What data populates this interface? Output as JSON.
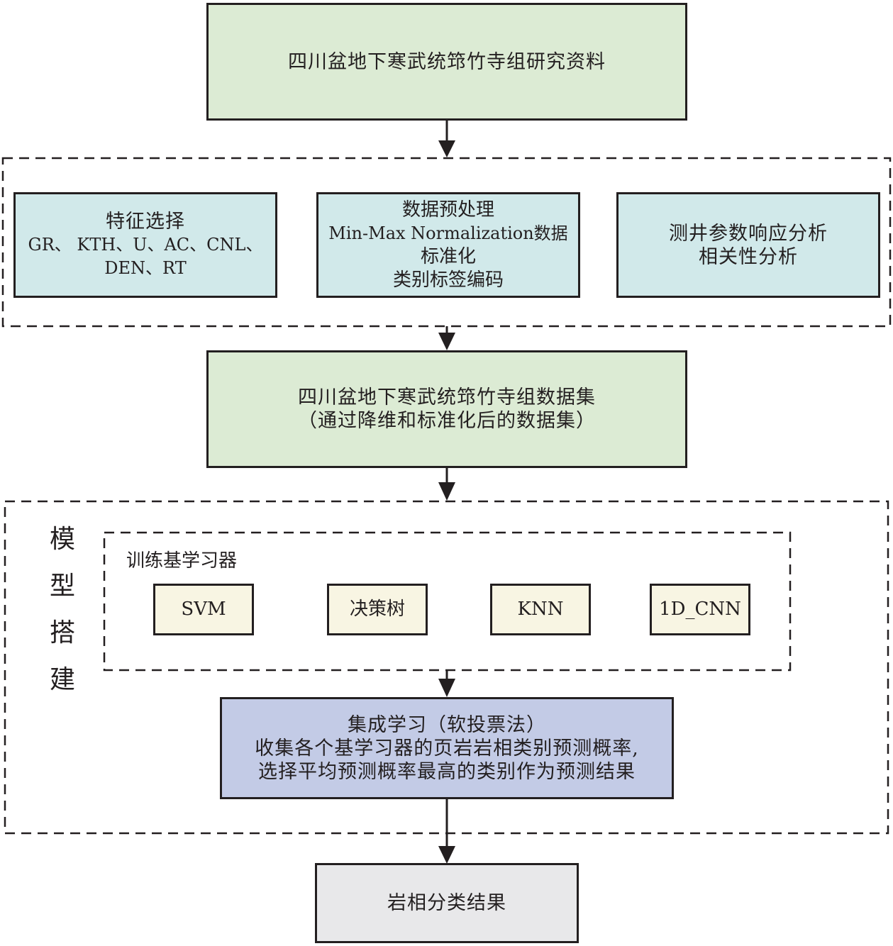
{
  "diagram": {
    "source_box": {
      "lines": [
        "四川盆地下寒武统筇竹寺组研究资料"
      ],
      "fill": "#dcebd4"
    },
    "preprocessing_group": {
      "boxes": [
        {
          "lines": [
            "特征选择",
            "GR、 KTH、U、AC、CNL、",
            "DEN、RT"
          ],
          "fill": "#d1e9ea"
        },
        {
          "lines": [
            "数据预处理",
            "Min-Max Normalization数据",
            "标准化",
            "类别标签编码"
          ],
          "fill": "#d1e9ea"
        },
        {
          "lines": [
            "测井参数响应分析",
            "相关性分析"
          ],
          "fill": "#d1e9ea"
        }
      ]
    },
    "dataset_box": {
      "lines": [
        "四川盆地下寒武统筇竹寺组数据集",
        "（通过降维和标准化后的数据集）"
      ],
      "fill": "#dcebd4"
    },
    "model_group": {
      "vertical_label": [
        "模",
        "型",
        "搭",
        "建"
      ],
      "base_learner_group": {
        "title": "训练基学习器",
        "learners": [
          "SVM",
          "决策树",
          "KNN",
          "1D_CNN"
        ],
        "fill": "#f8f5e3"
      },
      "ensemble_box": {
        "lines": [
          "集成学习（软投票法）",
          "收集各个基学习器的页岩岩相类别预测概率,",
          "选择平均预测概率最高的类别作为预测结果"
        ],
        "fill": "#c3cbe6"
      }
    },
    "result_box": {
      "lines": [
        "岩相分类结果"
      ],
      "fill": "#e8e8ea"
    },
    "stroke_color": "#231f20"
  }
}
